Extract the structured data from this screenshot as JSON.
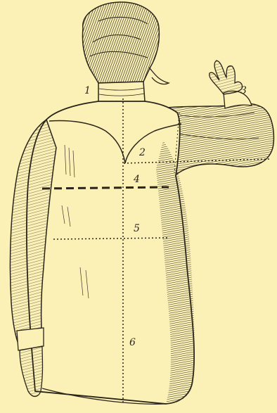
{
  "colors": {
    "paper": "#FBF1B6",
    "ink": "#2a2419",
    "hatch": "#3b3426",
    "shirt": "#FBF1B6"
  },
  "labels": {
    "m1": "1",
    "m2": "2",
    "m3": "3",
    "m4": "4",
    "m5": "5",
    "m6": "6"
  }
}
